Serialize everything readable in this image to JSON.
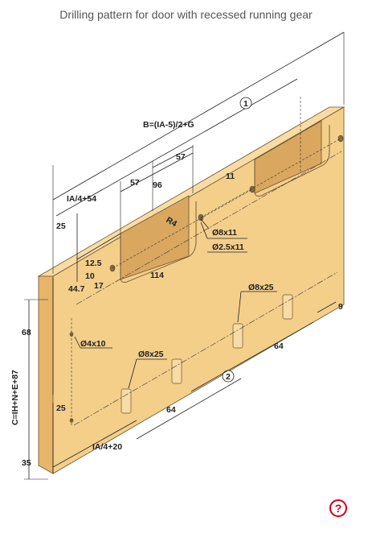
{
  "title": "Drilling pattern for door with recessed running gear",
  "labels": {
    "b_formula": "B=(IA-5)/2+G",
    "c_formula": "C=IH+N+E+87",
    "ia4_54": "IA/4+54",
    "ia4_20": "IA/4+20",
    "d57a": "57",
    "d57b": "57",
    "d96": "96",
    "d11": "11",
    "r4": "R4",
    "hole_8x11": "Ø8x11",
    "hole_25x11": "Ø2.5x11",
    "d25_top": "25",
    "d12_5": "12.5",
    "d10": "10",
    "d44_7": "44.7",
    "d17": "17",
    "d114": "114",
    "hole_8x25_right": "Ø8x25",
    "d9": "9",
    "d68": "68",
    "hole_4x10": "Ø4x10",
    "d64_right": "64",
    "hole_8x25_left": "Ø8x25",
    "d25_low": "25",
    "d64_left": "64",
    "d35": "35",
    "circle_1": "1",
    "circle_2": "2"
  },
  "help_label": "?",
  "colors": {
    "panel_front": "#f4cf8a",
    "panel_side": "#e7b56a",
    "panel_top": "#f8dca3",
    "recess": "#d9a760",
    "help": "#d0021b"
  }
}
